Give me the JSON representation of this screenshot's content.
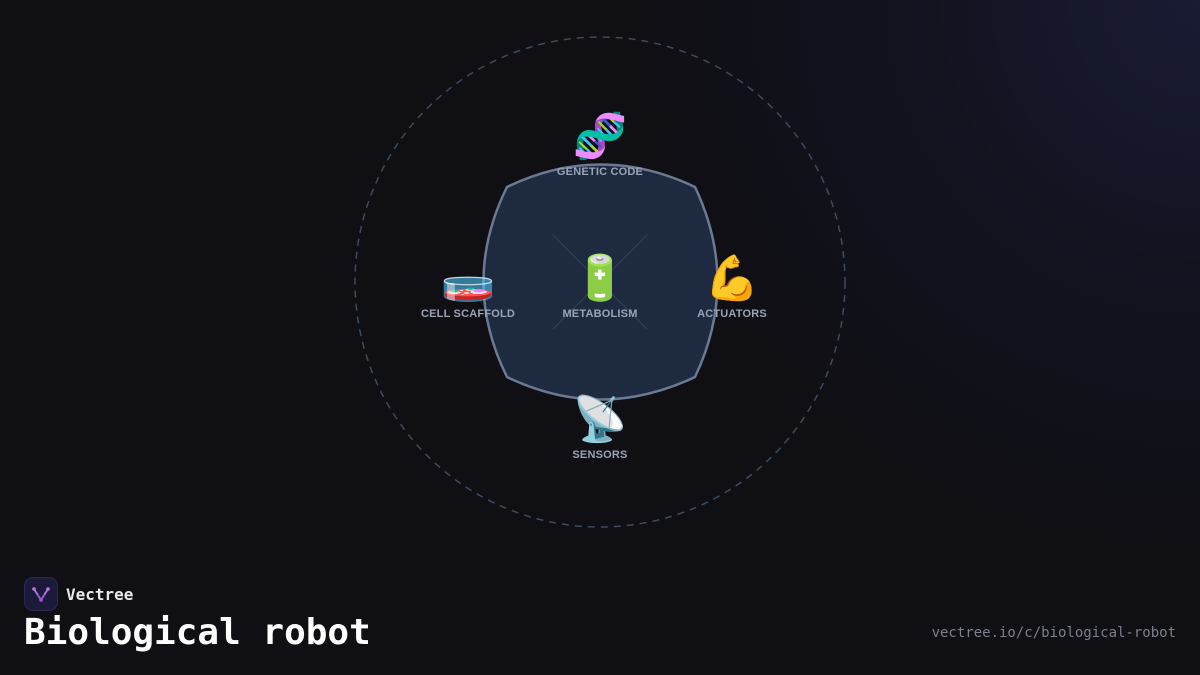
{
  "brand": {
    "name": "Vectree",
    "logo_icon": "vectree-logo-icon",
    "logo_color": "#9b59d0"
  },
  "page": {
    "title": "Biological robot",
    "url": "vectree.io/c/biological-robot"
  },
  "diagram": {
    "colors": {
      "orbit": "#3e4a5e",
      "core_fill": "#1e2a40",
      "core_stroke": "#6b7a92",
      "label": "#9aa4b6"
    },
    "nodes": {
      "top": {
        "icon": "dna-icon",
        "glyph": "🧬",
        "label": "GENETIC CODE"
      },
      "left": {
        "icon": "petri-dish-icon",
        "glyph": "🧫",
        "label": "CELL SCAFFOLD"
      },
      "center": {
        "icon": "battery-icon",
        "glyph": "🔋",
        "label": "METABOLISM"
      },
      "right": {
        "icon": "flexed-biceps-icon",
        "glyph": "💪",
        "label": "ACTUATORS"
      },
      "bottom": {
        "icon": "satellite-antenna-icon",
        "glyph": "📡",
        "label": "SENSORS"
      }
    }
  }
}
